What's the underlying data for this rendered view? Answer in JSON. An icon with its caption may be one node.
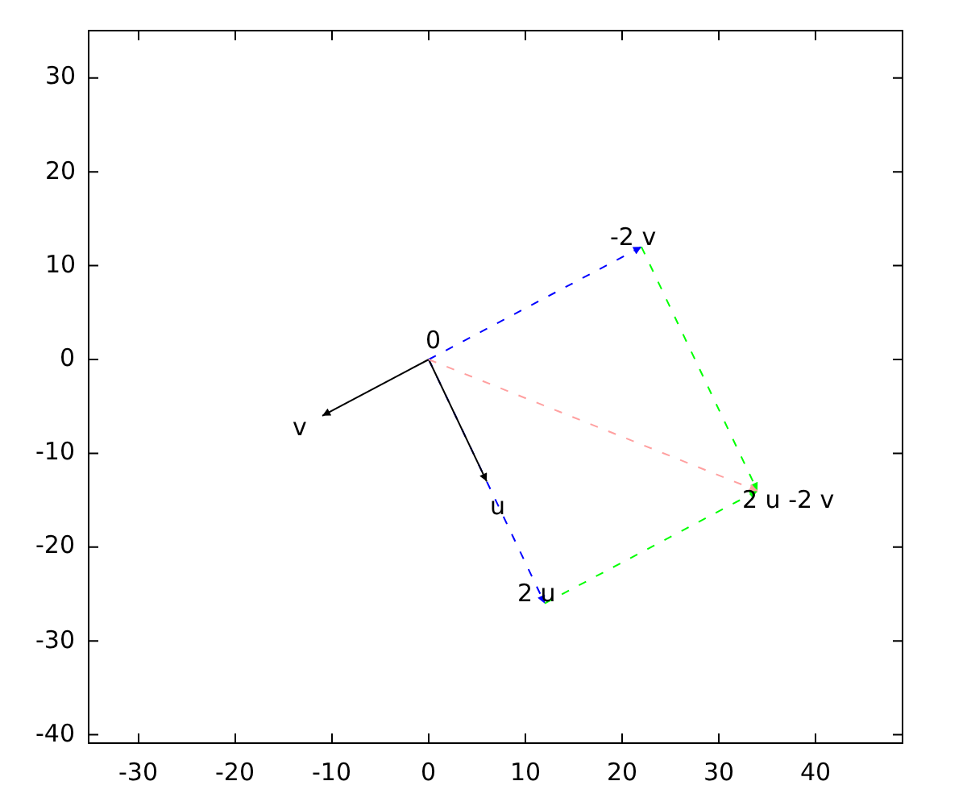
{
  "diagram": {
    "nodes": [
      {
        "text": [
          "0"
        ]
      },
      {
        "text": [
          "v"
        ]
      },
      {
        "text": [
          "u"
        ]
      },
      {
        "text": [
          "2 u"
        ]
      },
      {
        "text": [
          "-2 v"
        ]
      },
      {
        "text": [
          "2 u -2 v"
        ]
      }
    ],
    "edges": [
      {
        "from": 0,
        "to": 1,
        "arrow": "to"
      },
      {
        "from": 0,
        "to": 3,
        "arrow": "to",
        "style": "dashed",
        "color": "#0000ff"
      },
      {
        "from": 0,
        "to": 2,
        "arrow": "to"
      },
      {
        "from": 0,
        "to": 4,
        "arrow": "to",
        "style": "dashed",
        "color": "#0000ff"
      },
      {
        "from": 4,
        "to": 5,
        "arrow": "to",
        "style": "dashed",
        "color": "#00ff00"
      },
      {
        "from": 3,
        "to": 5,
        "arrow": "to",
        "style": "dashed",
        "color": "#00ff00"
      },
      {
        "from": 0,
        "to": 5,
        "arrow": "to",
        "style": "dashed",
        "color": "#ffa0a0"
      }
    ],
    "labels": [
      "30",
      "20",
      "10",
      "0",
      "-10",
      "-20",
      "-30",
      "-40",
      "-30",
      "-20",
      "-10",
      "0",
      "10",
      "20",
      "30",
      "40"
    ]
  }
}
